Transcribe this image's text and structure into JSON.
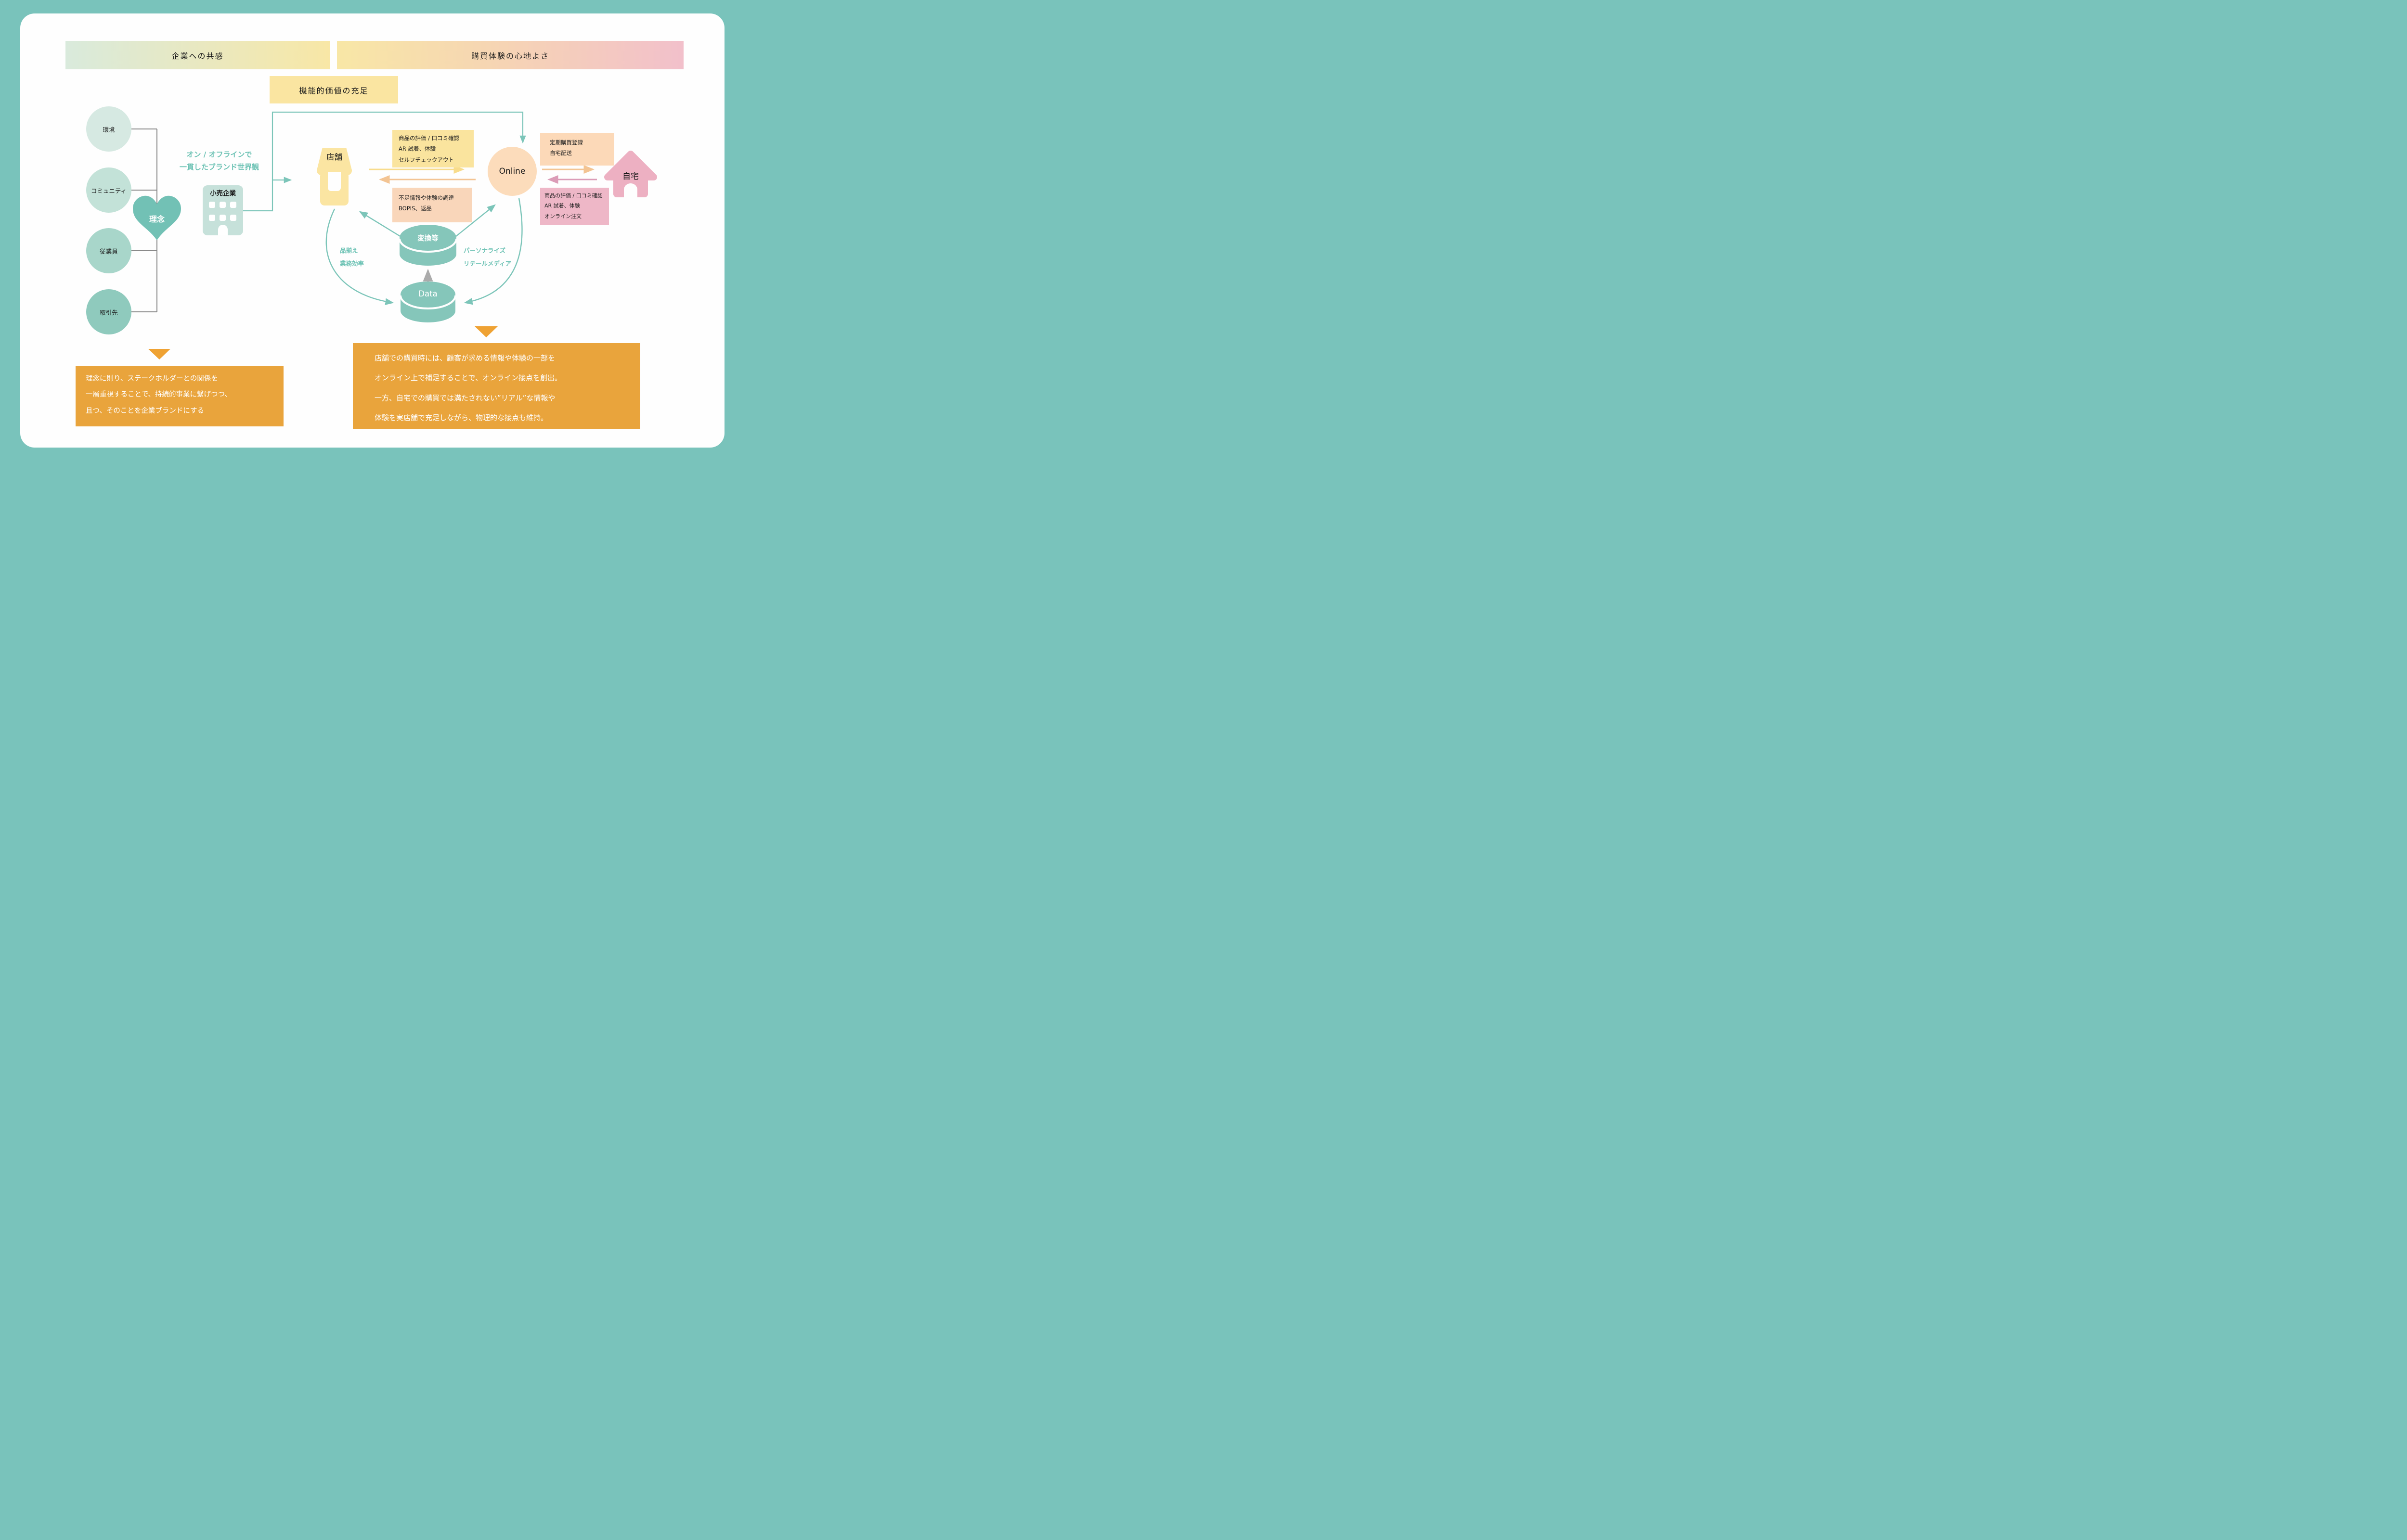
{
  "banners": {
    "left": "企業への共感",
    "right": "購買体験の心地よさ",
    "middle": "機能的価値の充足"
  },
  "stakeholders": {
    "items": [
      {
        "label": "環境"
      },
      {
        "label": "コミュニティ"
      },
      {
        "label": "従業員"
      },
      {
        "label": "取引先"
      }
    ]
  },
  "heart_label": "理念",
  "brand_note": {
    "line1": "オン / オフラインで",
    "line2": "一貫したブランド世界観"
  },
  "company_label": "小売企業",
  "store_label": "店舗",
  "online_label": "Online",
  "home_label": "自宅",
  "store_to_online_box": {
    "lines": [
      "商品の評価 / 口コミ確認",
      "AR 試着、体験",
      "セルフチェックアウト"
    ]
  },
  "online_to_store_box": {
    "lines": [
      "不足情報や体験の調達",
      "BOPIS、返品"
    ]
  },
  "online_to_home_box": {
    "lines": [
      "定期購買登録",
      "自宅配送"
    ]
  },
  "home_to_online_box": {
    "lines": [
      "商品の評価 / 口コミ確認",
      "AR 試着、体験",
      "オンライン注文"
    ]
  },
  "transform_label": "変換等",
  "data_label": "Data",
  "left_metrics": {
    "lines": [
      "品揃え",
      "業務効率"
    ]
  },
  "right_metrics": {
    "lines": [
      "パーソナライズ",
      "リテールメディア"
    ]
  },
  "callout_left": {
    "lines": [
      "理念に則り、ステークホルダーとの関係を",
      "一層重視することで、持続的事業に繋げつつ、",
      "且つ、そのことを企業ブランドにする"
    ]
  },
  "callout_right": {
    "lines": [
      "店舗での購買時には、顧客が求める情報や体験の一部を",
      "オンライン上で補足することで、オンライン接点を創出。",
      "一方、自宅での購買では満たされない”リアル”な情報や",
      "体験を実店舗で充足しながら、物理的な接点も維持。"
    ]
  },
  "icons": {
    "heart": "heart-icon",
    "company": "office-building-icon",
    "store": "storefront-icon",
    "home": "house-icon",
    "transform": "database-icon",
    "data": "database-icon"
  },
  "colors": {
    "frame_teal": "#79c3bb",
    "card_white": "#fefefe",
    "banner_left_gradient": [
      "#d9eadc",
      "#f8e7a6"
    ],
    "banner_right_gradient": [
      "#f8e7a6",
      "#f6d4b4",
      "#f2c0cb"
    ],
    "mid_yellow_box": "#fae5a1",
    "stakeholder_circles": [
      "#d6e9e2",
      "#c3e2d8",
      "#a8d6ca",
      "#8fcabd"
    ],
    "heart_teal": "#72c1b5",
    "building_teal": "#c6e1da",
    "store_yellow": "#fbe5a2",
    "online_peach": "#fcdcbb",
    "home_pink": "#edb0c2",
    "yellow_box": "#fae49e",
    "peach_box": "#f9d6ba",
    "sub_peach_box": "#fcd9b8",
    "pink_box": "#eeb7c7",
    "cylinder_teal": "#85c6ba",
    "teal_text": "#6cc2b4",
    "arrow_yellow": "#f8dc8c",
    "arrow_peach": "#f3c493",
    "arrow_pink": "#db9cb7",
    "arrow_gray": "#ababab",
    "line_gray": "#8a8a8a",
    "callout_orange": "#e9a43c",
    "triangle_orange": "#efa233"
  }
}
